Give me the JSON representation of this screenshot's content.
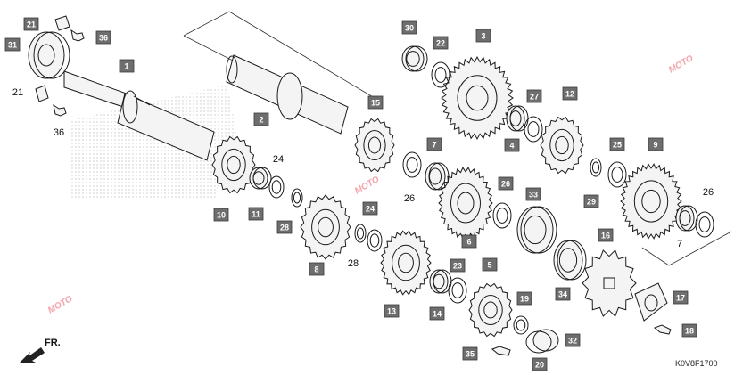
{
  "diagram_code": "K0V8F1700",
  "direction_label": "FR.",
  "watermark_text": "MOTO",
  "tag_color": "#6e6e6e",
  "watermark_color": "#e03040",
  "callouts": [
    {
      "id": "21a",
      "label": "21",
      "boxed": true
    },
    {
      "id": "31",
      "label": "31",
      "boxed": true
    },
    {
      "id": "36a",
      "label": "36",
      "boxed": true
    },
    {
      "id": "1",
      "label": "1",
      "boxed": true
    },
    {
      "id": "21b",
      "label": "21",
      "boxed": false
    },
    {
      "id": "36b",
      "label": "36",
      "boxed": false
    },
    {
      "id": "2",
      "label": "2",
      "boxed": true
    },
    {
      "id": "30",
      "label": "30",
      "boxed": true
    },
    {
      "id": "22",
      "label": "22",
      "boxed": true
    },
    {
      "id": "3",
      "label": "3",
      "boxed": true
    },
    {
      "id": "15",
      "label": "15",
      "boxed": true
    },
    {
      "id": "27",
      "label": "27",
      "boxed": true
    },
    {
      "id": "12",
      "label": "12",
      "boxed": true
    },
    {
      "id": "4",
      "label": "4",
      "boxed": true
    },
    {
      "id": "7a",
      "label": "7",
      "boxed": true
    },
    {
      "id": "25",
      "label": "25",
      "boxed": true
    },
    {
      "id": "9",
      "label": "9",
      "boxed": true
    },
    {
      "id": "24a",
      "label": "24",
      "boxed": false
    },
    {
      "id": "26a",
      "label": "26",
      "boxed": false
    },
    {
      "id": "26b",
      "label": "26",
      "boxed": true
    },
    {
      "id": "33",
      "label": "33",
      "boxed": true
    },
    {
      "id": "29",
      "label": "29",
      "boxed": true
    },
    {
      "id": "26c",
      "label": "26",
      "boxed": false
    },
    {
      "id": "10",
      "label": "10",
      "boxed": true
    },
    {
      "id": "11",
      "label": "11",
      "boxed": true
    },
    {
      "id": "28a",
      "label": "28",
      "boxed": true
    },
    {
      "id": "24b",
      "label": "24",
      "boxed": true
    },
    {
      "id": "6",
      "label": "6",
      "boxed": true
    },
    {
      "id": "16",
      "label": "16",
      "boxed": true
    },
    {
      "id": "7b",
      "label": "7",
      "boxed": false
    },
    {
      "id": "28b",
      "label": "28",
      "boxed": false
    },
    {
      "id": "8",
      "label": "8",
      "boxed": true
    },
    {
      "id": "23",
      "label": "23",
      "boxed": true
    },
    {
      "id": "5",
      "label": "5",
      "boxed": true
    },
    {
      "id": "34",
      "label": "34",
      "boxed": true
    },
    {
      "id": "17",
      "label": "17",
      "boxed": true
    },
    {
      "id": "13",
      "label": "13",
      "boxed": true
    },
    {
      "id": "14",
      "label": "14",
      "boxed": true
    },
    {
      "id": "19",
      "label": "19",
      "boxed": true
    },
    {
      "id": "18",
      "label": "18",
      "boxed": true
    },
    {
      "id": "32",
      "label": "32",
      "boxed": true
    },
    {
      "id": "35",
      "label": "35",
      "boxed": true
    },
    {
      "id": "20",
      "label": "20",
      "boxed": true
    }
  ]
}
